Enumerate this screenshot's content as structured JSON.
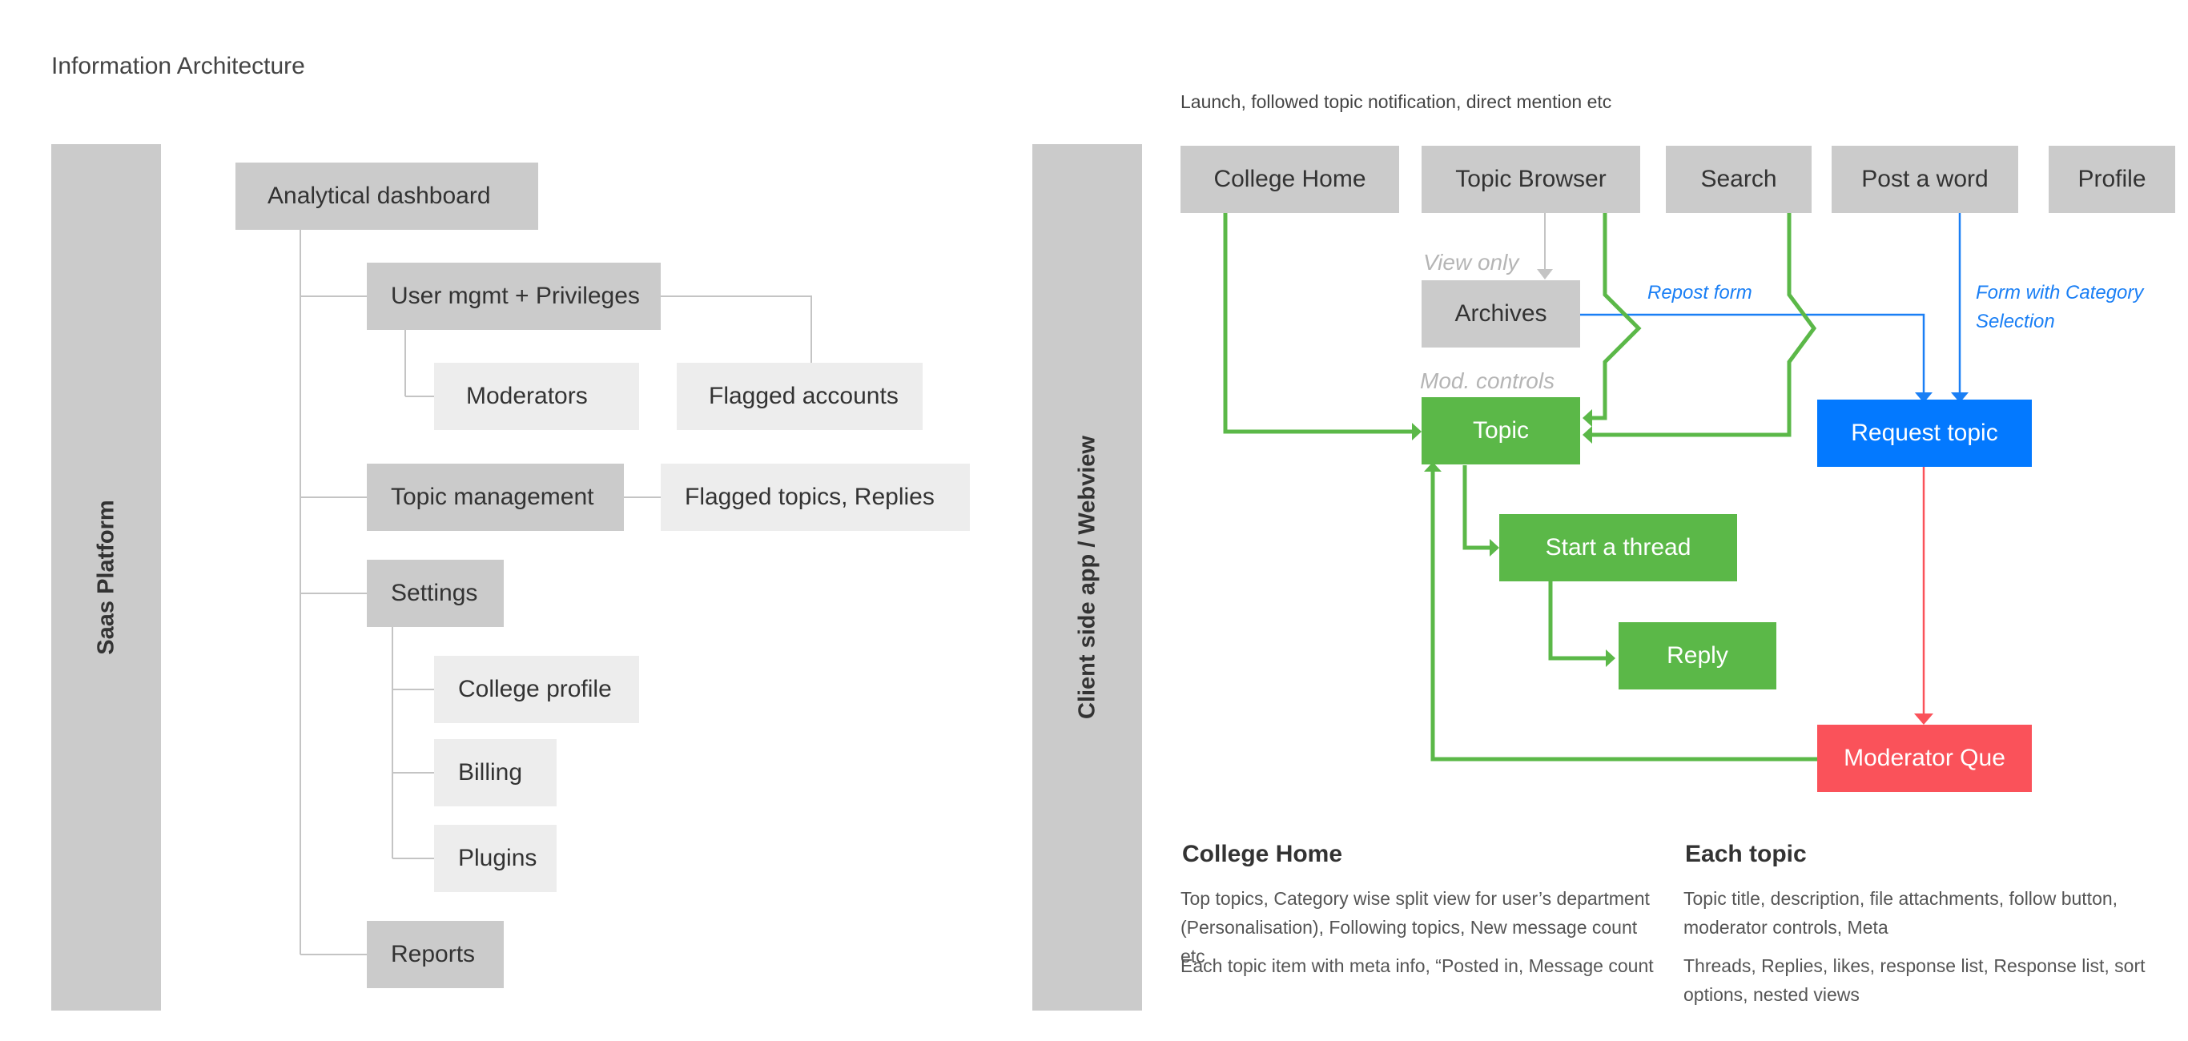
{
  "title": "Information Architecture",
  "saas": {
    "label": "Saas Platform",
    "analytical": "Analytical dashboard",
    "user_mgmt": "User mgmt + Privileges",
    "moderators": "Moderators",
    "flagged_accounts": "Flagged accounts",
    "topic_mgmt": "Topic management",
    "flagged_topics": "Flagged topics, Replies",
    "settings": "Settings",
    "college_profile": "College profile",
    "billing": "Billing",
    "plugins": "Plugins",
    "reports": "Reports"
  },
  "client": {
    "label": "Client side app / Webview",
    "launch_note": "Launch, followed topic notification, direct mention etc",
    "college_home": "College Home",
    "topic_browser": "Topic Browser",
    "search": "Search",
    "post_word": "Post a word",
    "profile": "Profile",
    "view_only": "View only",
    "archives": "Archives",
    "mod_controls": "Mod. controls",
    "topic": "Topic",
    "repost_form": "Repost form",
    "form_category": "Form with Category Selection",
    "request_topic": "Request topic",
    "start_thread": "Start a thread",
    "reply": "Reply",
    "moderator_que": "Moderator Que"
  },
  "descriptions": {
    "college_home_title": "College Home",
    "college_home_p1": "Top topics, Category wise split view for user’s department (Personalisation), Following topics, New message count etc",
    "college_home_p2": "Each topic item with meta info, “Posted in, Message count",
    "each_topic_title": "Each topic",
    "each_topic_p1": "Topic title, description, file attachments, follow button, moderator controls, Meta",
    "each_topic_p2": "Threads, Replies, likes, response list, Response list, sort options, nested views"
  },
  "colors": {
    "green": "#5bb848",
    "blue": "#0379ff",
    "red": "#fa525a",
    "gray": "#cbcbcb",
    "light_gray": "#ededed"
  }
}
